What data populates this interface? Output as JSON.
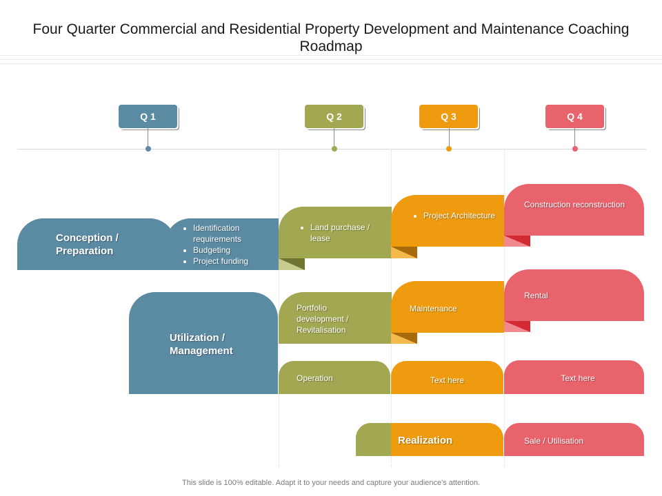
{
  "title": "Four Quarter Commercial and Residential Property Development and Maintenance Coaching Roadmap",
  "quarters": [
    "Q 1",
    "Q 2",
    "Q 3",
    "Q 4"
  ],
  "colors": {
    "blue": "#5b8aa3",
    "green": "#a2a851",
    "orange": "#ee9b0f",
    "red": "#e9636c"
  },
  "rows": {
    "conception": {
      "label": "Conception / Preparation",
      "q1_items": [
        "Identification requirements",
        "Budgeting",
        "Project funding"
      ],
      "q2_items": [
        "Land purchase / lease"
      ],
      "q3_items": [
        "Project Architecture"
      ],
      "q4_text": "Construction reconstruction"
    },
    "utilization": {
      "label": "Utilization / Management",
      "q2_text": "Portfolio development / Revitalisation",
      "q3_text": "Maintenance",
      "q4_text": "Rental"
    },
    "operation": {
      "q2_text": "Operation",
      "q3_text": "Text here",
      "q4_text": "Text here"
    },
    "realization": {
      "label": "Realization",
      "q4_text": "Sale / Utilisation"
    }
  },
  "footer": "This slide is 100% editable. Adapt it to your needs and capture your audience's attention."
}
